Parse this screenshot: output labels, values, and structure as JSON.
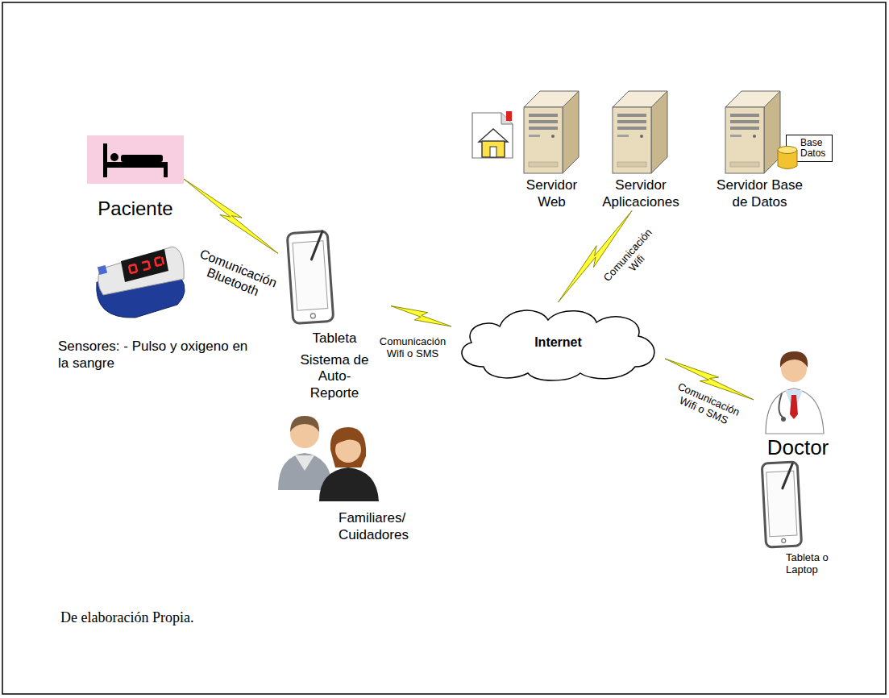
{
  "diagram": {
    "caption": "De elaboración Propia.",
    "nodes": [
      {
        "text": [
          "Paciente"
        ]
      },
      {
        "text": [
          "Sensores: - Pulso y oxigeno en la sangre"
        ]
      },
      {
        "text": [
          "Tableta",
          "Sistema de Auto-Reporte"
        ]
      },
      {
        "text": [
          "Familiares/ Cuidadores"
        ]
      },
      {
        "text": [
          "Internet"
        ]
      },
      {
        "text": [
          "Servidor Web"
        ]
      },
      {
        "text": [
          "Servidor Aplicaciones"
        ]
      },
      {
        "text": [
          "Servidor Base de Datos"
        ]
      },
      {
        "text": [
          "Base Datos"
        ],
        "in": 7
      },
      {
        "text": [
          "Doctor"
        ]
      },
      {
        "text": [
          "Tableta o Laptop"
        ]
      }
    ],
    "edges": [
      {
        "from": 0,
        "to": 2,
        "label": "Comunicación Bluetooth",
        "arrow": "none"
      },
      {
        "from": 2,
        "to": 4,
        "label": "Comunicación Wifi o SMS",
        "arrow": "none"
      },
      {
        "from": 4,
        "to": 6,
        "label": "Comunicación Wifi",
        "arrow": "none"
      },
      {
        "from": 4,
        "to": 9,
        "label": "Comunicación Wifi o SMS",
        "arrow": "none"
      }
    ]
  }
}
